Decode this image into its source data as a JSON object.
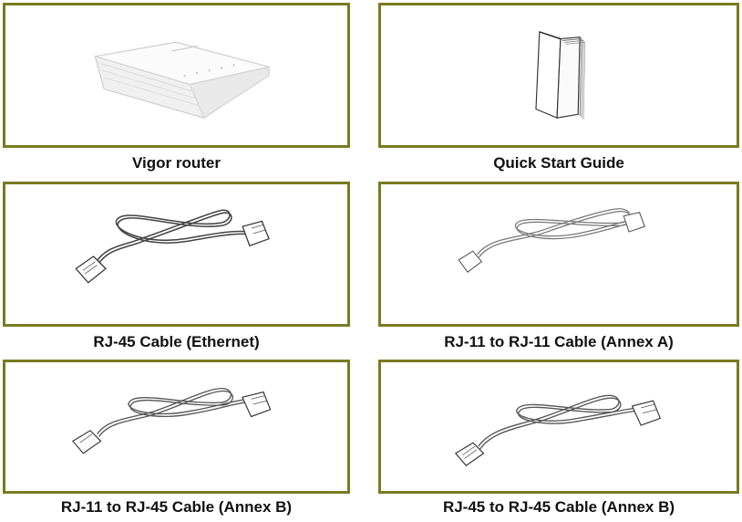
{
  "frame_color": "#7a7a22",
  "items": [
    {
      "label": "Vigor router",
      "image": "router-illustration"
    },
    {
      "label": "Quick Start Guide",
      "image": "booklet-illustration"
    },
    {
      "label": "RJ-45 Cable (Ethernet)",
      "image": "cable-illustration"
    },
    {
      "label": "RJ-11 to RJ-11 Cable (Annex A)",
      "image": "cable-illustration"
    },
    {
      "label": "RJ-11 to RJ-45 Cable (Annex B)",
      "image": "cable-illustration"
    },
    {
      "label": "RJ-45 to RJ-45 Cable (Annex B)",
      "image": "cable-illustration"
    }
  ]
}
